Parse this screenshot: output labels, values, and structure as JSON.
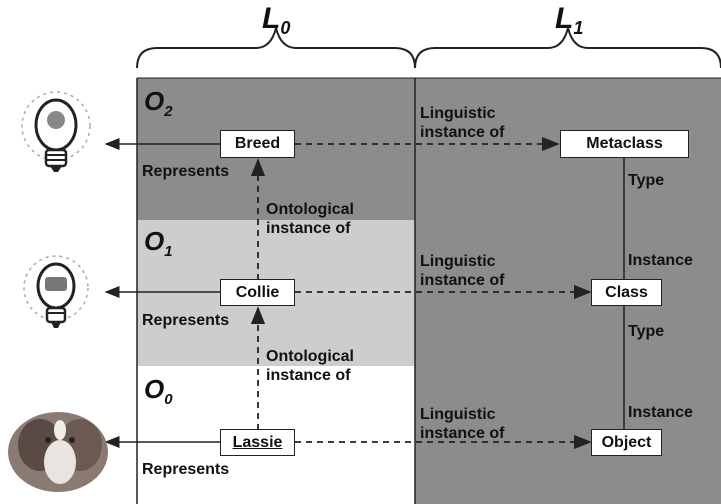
{
  "columns": {
    "l0": {
      "letter": "L",
      "sub": "0"
    },
    "l1": {
      "letter": "L",
      "sub": "1"
    }
  },
  "levels": {
    "o2": {
      "letter": "O",
      "sub": "2"
    },
    "o1": {
      "letter": "O",
      "sub": "1"
    },
    "o0": {
      "letter": "O",
      "sub": "0"
    }
  },
  "nodes": {
    "breed": "Breed",
    "collie": "Collie",
    "lassie": "Lassie",
    "metaclass": "Metaclass",
    "class": "Class",
    "object": "Object"
  },
  "labels": {
    "represents": "Represents",
    "linguistic_line1": "Linguistic",
    "linguistic_line2": "instance of",
    "ontological_line1": "Ontological",
    "ontological_line2": "instance of",
    "type": "Type",
    "instance": "Instance"
  },
  "icons": {
    "idea_bulb": "lightbulb-brain-icon",
    "collie_bulb": "lightbulb-dog-icon",
    "lassie_photo": "dog-photo-icon"
  },
  "colors": {
    "o2_band": "#8c8c8c",
    "o1_band": "#cdcdcd",
    "o0_band": "#ffffff",
    "l1_column": "#8c8c8c",
    "lines": "#222222"
  }
}
